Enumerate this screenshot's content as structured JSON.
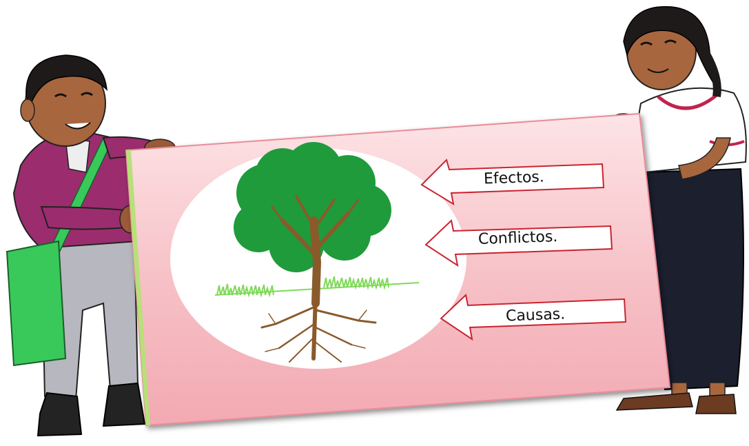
{
  "diagram": {
    "labels": {
      "effects": "Efectos.",
      "conflicts": "Conflictos.",
      "causes": "Causas."
    }
  },
  "colors": {
    "board_fill": "#f7c3c7",
    "board_edge": "#e98c99",
    "ellipse": "#ffffff",
    "foliage": "#1f9b3b",
    "trunk": "#8a5a2b",
    "grass": "#7ed957",
    "boy_shirt": "#9b2d6e",
    "boy_bag": "#38c95a",
    "girl_skirt": "#1c1f2e",
    "girl_blouse": "#ffffff"
  }
}
